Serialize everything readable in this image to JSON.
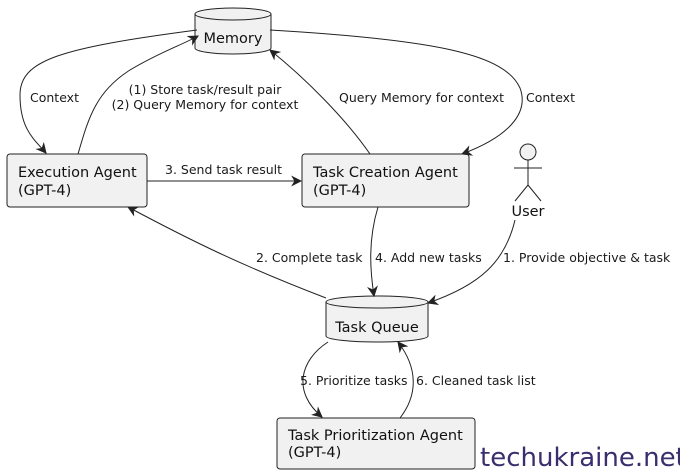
{
  "nodes": {
    "memory": {
      "label": "Memory"
    },
    "execution_agent": {
      "line1": "Execution Agent",
      "line2": "(GPT-4)"
    },
    "task_creation_agent": {
      "line1": "Task Creation Agent",
      "line2": "(GPT-4)"
    },
    "user": {
      "label": "User"
    },
    "task_queue": {
      "label": "Task Queue"
    },
    "task_prioritization_agent": {
      "line1": "Task Prioritization Agent",
      "line2": "(GPT-4)"
    }
  },
  "edges": {
    "memory_to_execution": "Context",
    "execution_to_memory_1": "(1) Store task/result pair",
    "execution_to_memory_2": "(2) Query Memory for context",
    "creation_to_memory": "Query Memory for context",
    "memory_to_creation": "Context",
    "execution_to_creation": "3. Send task result",
    "queue_to_execution": "2. Complete task",
    "creation_to_queue": "4. Add new tasks",
    "user_to_queue": "1. Provide objective & task",
    "queue_to_prioritization": "5. Prioritize tasks",
    "prioritization_to_queue": "6. Cleaned task list"
  },
  "watermark": "techukraine.net"
}
